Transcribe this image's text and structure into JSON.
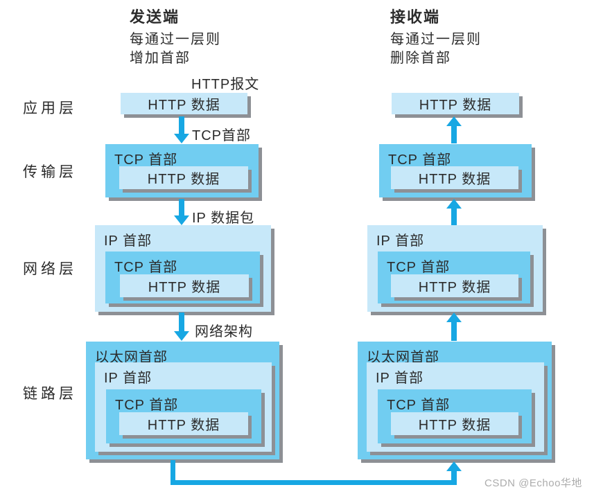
{
  "sender_header": {
    "title": "发送端",
    "line1": "每通过一层则",
    "line2": "增加首部"
  },
  "receiver_header": {
    "title": "接收端",
    "line1": "每通过一层则",
    "line2": "删除首部"
  },
  "layer_labels": {
    "application": "应用层",
    "transport": "传输层",
    "network": "网络层",
    "link": "链路层"
  },
  "arrow_labels": {
    "http_message": "HTTP报文",
    "tcp_header": "TCP首部",
    "ip_packet": "IP 数据包",
    "network_arch": "网络架构"
  },
  "box_labels": {
    "http_data": "HTTP 数据",
    "tcp_header": "TCP 首部",
    "ip_header": "IP 首部",
    "ethernet_header": "以太网首部"
  },
  "watermark": "CSDN @Echoo华地",
  "colors": {
    "box_light": "#c7e8f9",
    "box_mid": "#71cdf1",
    "arrow_blue": "#17a7e3",
    "shadow_gray": "#8d9095",
    "text_dark": "#2b2b2b",
    "watermark_gray": "#acacac"
  }
}
